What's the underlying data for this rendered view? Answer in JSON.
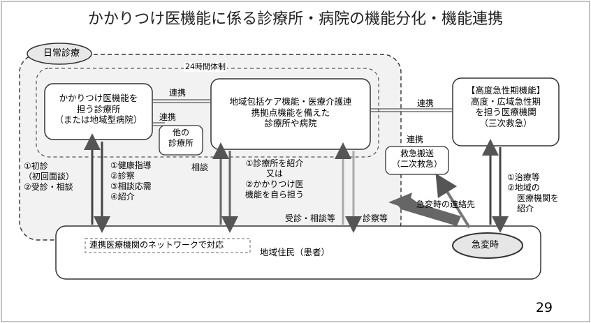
{
  "title": "かかりつけ医機能に係る診療所・病院の機能分化・機能連携",
  "page_number": "29",
  "labels": {
    "daily_care": "日常診療",
    "24h": "24時間体制",
    "kakaritsuke_box": [
      "かかりつけ医機能を",
      "担う診療所",
      "（または地域型病院）"
    ],
    "community_box": [
      "地域包括ケア機能・医療介護連",
      "携拠点機能を備えた",
      "診療所や病院"
    ],
    "advanced_box": [
      "【高度急性期機能】",
      "高度・広域急性期",
      "を担う医療機関",
      "（三次救急）"
    ],
    "other_clinic": [
      "他の",
      "診療所"
    ],
    "emergency_transport": [
      "救急搬送",
      "（二次救急）"
    ],
    "renkei_1": "連携",
    "renkei_2": "連携",
    "renkei_3": "連携",
    "renkei_4": "連携",
    "left_list": [
      "①初診",
      "（初回面談）",
      "②受診・相談"
    ],
    "health_list": [
      "①健康指導",
      "②診察",
      "③相談応需",
      "④紹介"
    ],
    "soudan": "相談",
    "referral": [
      "①診療所を紹介",
      "又は",
      "②かかりつけ医",
      "機能を自ら担う"
    ],
    "jushin_soudan": "受診・相談等",
    "shinsatsu": "診察等",
    "sudden_contact": "急変時の連絡先",
    "treatment": [
      "①治療等",
      "②地域の",
      "医療機関を",
      "紹介"
    ],
    "network": "連携医療機関のネットワークで対応",
    "residents": "地域住民（患者）",
    "sudden": "急変時"
  }
}
